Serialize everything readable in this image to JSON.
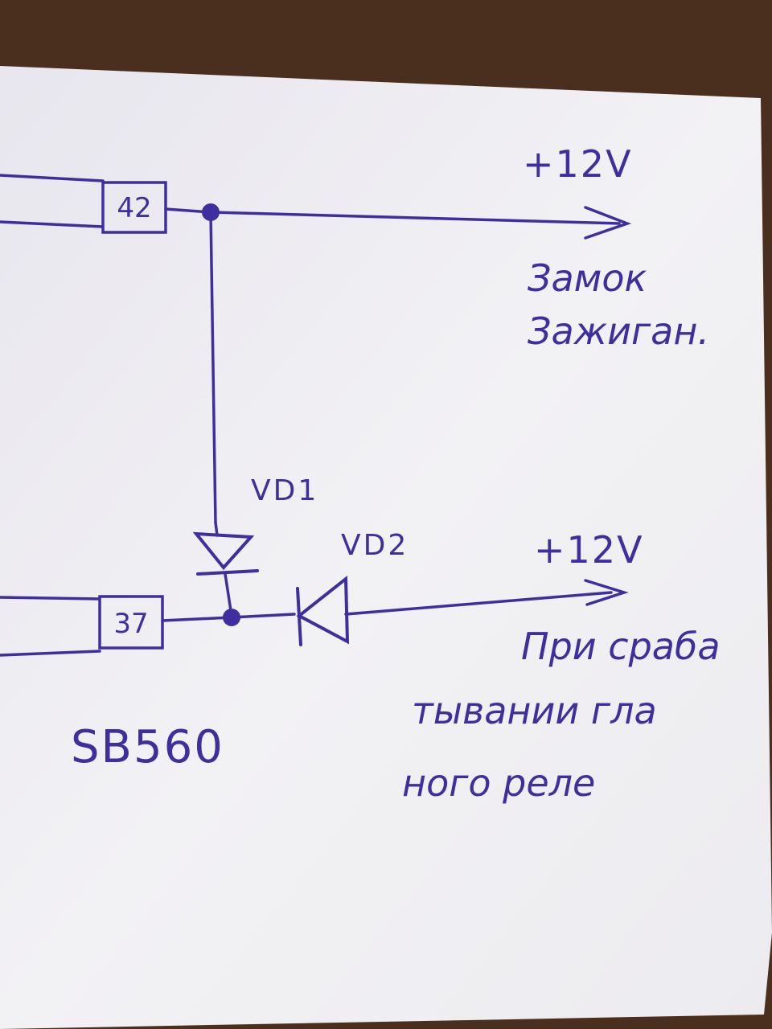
{
  "terminals": {
    "top": "42",
    "bottom": "37"
  },
  "top_output": {
    "voltage": "+12V",
    "lines": [
      "Замок",
      "Зажиган."
    ]
  },
  "bottom_output": {
    "voltage": "+12V",
    "lines": [
      "При сраба",
      "тывании гла",
      "ного реле"
    ]
  },
  "diodes": {
    "vd1": "VD1",
    "vd2": "VD2"
  },
  "part_number": "SB560",
  "colors": {
    "ink": "#3f2f9e",
    "paper": "#f1f0f3",
    "background": "#4a2e1e"
  }
}
